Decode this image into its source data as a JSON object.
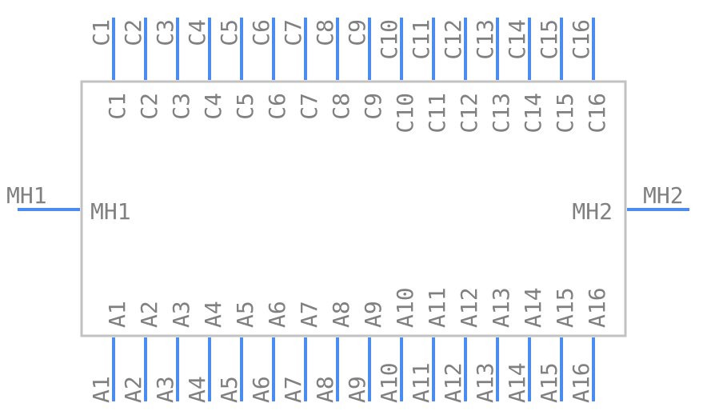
{
  "component": {
    "top_pins": [
      "C1",
      "C2",
      "C3",
      "C4",
      "C5",
      "C6",
      "C7",
      "C8",
      "C9",
      "C10",
      "C11",
      "C12",
      "C13",
      "C14",
      "C15",
      "C16"
    ],
    "bottom_pins": [
      "A1",
      "A2",
      "A3",
      "A4",
      "A5",
      "A6",
      "A7",
      "A8",
      "A9",
      "A10",
      "A11",
      "A12",
      "A13",
      "A14",
      "A15",
      "A16"
    ],
    "left_pin": "MH1",
    "right_pin": "MH2"
  },
  "colors": {
    "pin": "#4a8cf0",
    "outline": "#c2c2c2",
    "text": "#808080"
  }
}
